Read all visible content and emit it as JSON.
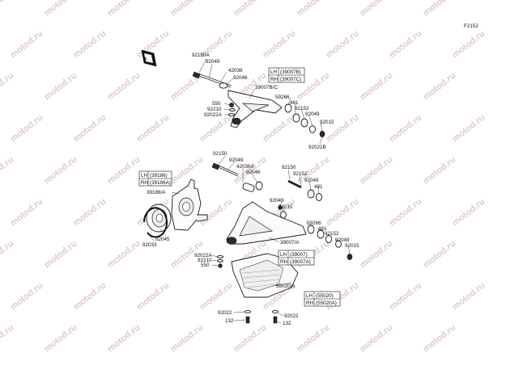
{
  "figure_code": "F2152",
  "watermark_text": "motod.ru",
  "labels": {
    "p92150A": "92150A",
    "p92049_a": "92049",
    "p42036": "42036",
    "p92046_a": "92046",
    "p39007BC": "39007B/C",
    "p550_a": "550",
    "p92210_a": "92210",
    "p92022A_a": "92022A",
    "p59266_a": "59266",
    "p481_a": "481",
    "p92152_a": "92152",
    "p92049_b": "92049",
    "p92015_a": "92015",
    "p92022B": "92022B",
    "p92150": "92150",
    "p92049_c": "92049",
    "p42036A": "42036A",
    "p92046_b": "92046",
    "p92150_b": "92150",
    "p92152_b": "92152",
    "p92049_d": "92049",
    "p481_b": "481",
    "p92049_e": "92049",
    "p92015_b": "92015",
    "p39186A": "39186/A",
    "p92045": "92045",
    "p92033": "92033",
    "p59266_b": "59266",
    "p481_c": "481",
    "p92152_c": "92152",
    "p92049_f": "92049",
    "p92015_c": "92015",
    "p39007A": "39007/A",
    "p92022A_b": "92022A",
    "p92210_b": "92210",
    "p550_b": "550",
    "p55020A": "55020/A",
    "p92022_a": "92022",
    "p132_a": "132",
    "p92022_b": "92022",
    "p132_b": "132"
  },
  "side_boxes": {
    "upper_arm": {
      "lh_tag": "LH",
      "lh_part": "(39007B)",
      "rh_tag": "RH",
      "rh_part": "(39007C)"
    },
    "knuckle": {
      "lh_tag": "LH",
      "lh_part": "(39186)",
      "rh_tag": "RH",
      "rh_part": "(39186A)"
    },
    "lower_arm": {
      "lh_tag": "LH",
      "lh_part": "(39007)",
      "rh_tag": "RH",
      "rh_part": "(39007A)"
    },
    "guard": {
      "lh_tag": "LH",
      "lh_part": "(55020)",
      "rh_tag": "RH",
      "rh_part": "(55020A)"
    }
  }
}
